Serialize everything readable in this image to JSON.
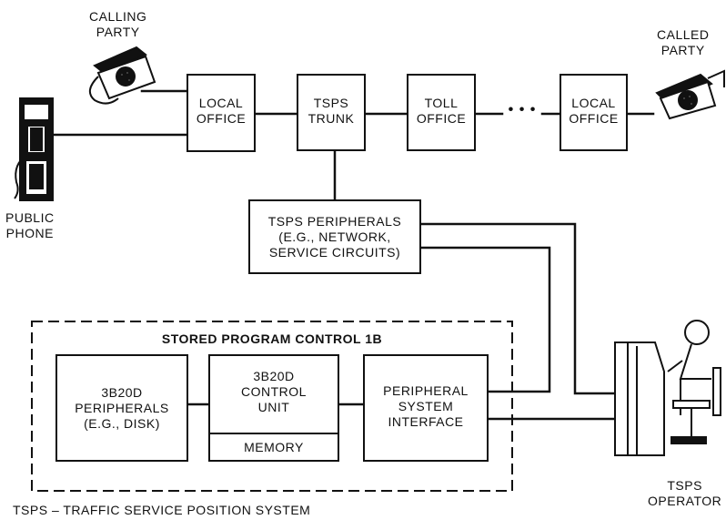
{
  "labels": {
    "calling_party": [
      "CALLING",
      "PARTY"
    ],
    "called_party": [
      "CALLED",
      "PARTY"
    ],
    "public_phone": [
      "PUBLIC",
      "PHONE"
    ],
    "tsps_operator": [
      "TSPS",
      "OPERATOR"
    ]
  },
  "boxes": {
    "local_office_1": [
      "LOCAL",
      "OFFICE"
    ],
    "tsps_trunk": [
      "TSPS",
      "TRUNK"
    ],
    "toll_office": [
      "TOLL",
      "OFFICE"
    ],
    "local_office_2": [
      "LOCAL",
      "OFFICE"
    ],
    "tsps_peripherals": [
      "TSPS PERIPHERALS",
      "(E.G., NETWORK,",
      "SERVICE CIRCUITS)"
    ],
    "spc_title": "STORED PROGRAM CONTROL 1B",
    "b3b20d_peripherals": [
      "3B20D",
      "PERIPHERALS",
      "(E.G., DISK)"
    ],
    "control_unit": [
      "3B20D",
      "CONTROL",
      "UNIT"
    ],
    "memory": "MEMORY",
    "peripheral_interface": [
      "PERIPHERAL",
      "SYSTEM",
      "INTERFACE"
    ]
  },
  "ellipsis": "• • •",
  "footer": "TSPS – TRAFFIC SERVICE POSITION SYSTEM"
}
